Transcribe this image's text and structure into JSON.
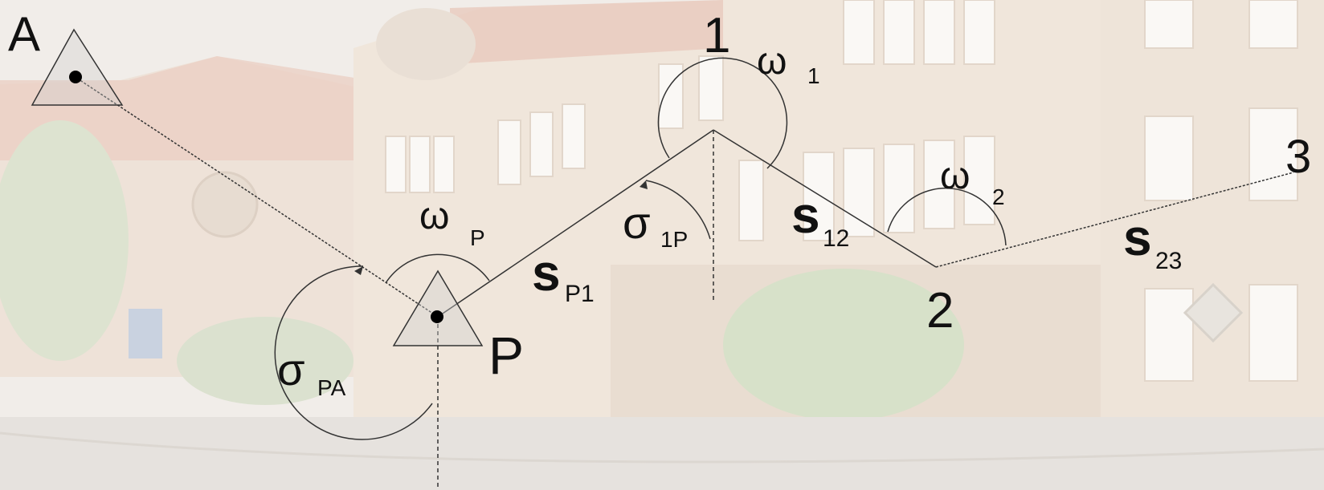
{
  "points": {
    "A": "A",
    "P": "P",
    "p1": "1",
    "p2": "2",
    "p3": "3"
  },
  "angles": {
    "omega_p": {
      "symbol": "ω",
      "sub": "P"
    },
    "omega_1": {
      "symbol": "ω",
      "sub": "1"
    },
    "omega_2": {
      "symbol": "ω",
      "sub": "2"
    }
  },
  "azimuths": {
    "sigma_pa": {
      "symbol": "σ",
      "sub": "PA"
    },
    "sigma_1p": {
      "symbol": "σ",
      "sub": "1P"
    }
  },
  "distances": {
    "s_p1": {
      "symbol": "s",
      "sub": "P1"
    },
    "s_12": {
      "symbol": "s",
      "sub": "12"
    },
    "s_23": {
      "symbol": "s",
      "sub": "23"
    }
  },
  "colors": {
    "background_sky": "#f0ece8",
    "background_building": "#efe3d6",
    "roof": "#e9c2b4",
    "tree": "#d8e0c8",
    "lines": "#333333",
    "triangle_fill": "#c8c8c8"
  }
}
